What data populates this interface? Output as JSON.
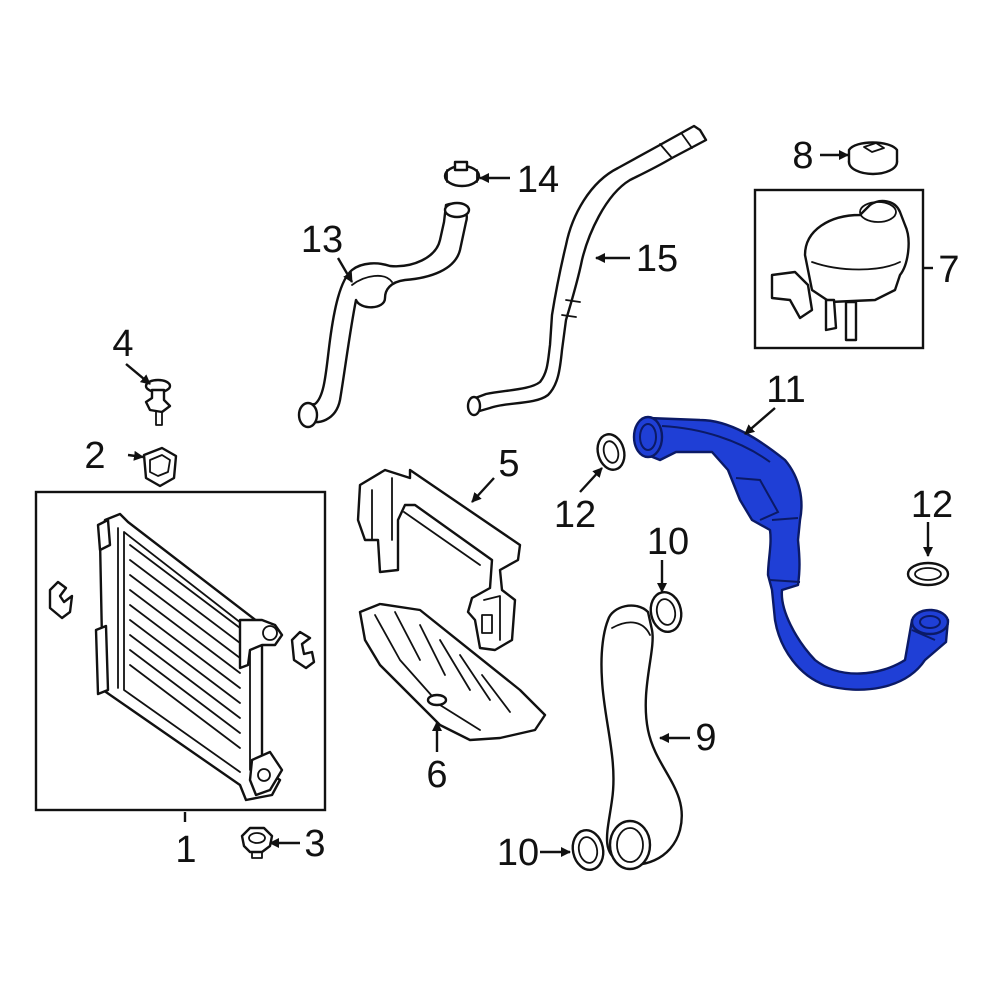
{
  "diagram": {
    "highlight_color": "#1f3fd6",
    "callouts": {
      "c1": "1",
      "c2": "2",
      "c3": "3",
      "c4": "4",
      "c5": "5",
      "c6": "6",
      "c7": "7",
      "c8": "8",
      "c9": "9",
      "c10a": "10",
      "c10b": "10",
      "c11": "11",
      "c12a": "12",
      "c12b": "12",
      "c13": "13",
      "c14": "14",
      "c15": "15"
    }
  }
}
